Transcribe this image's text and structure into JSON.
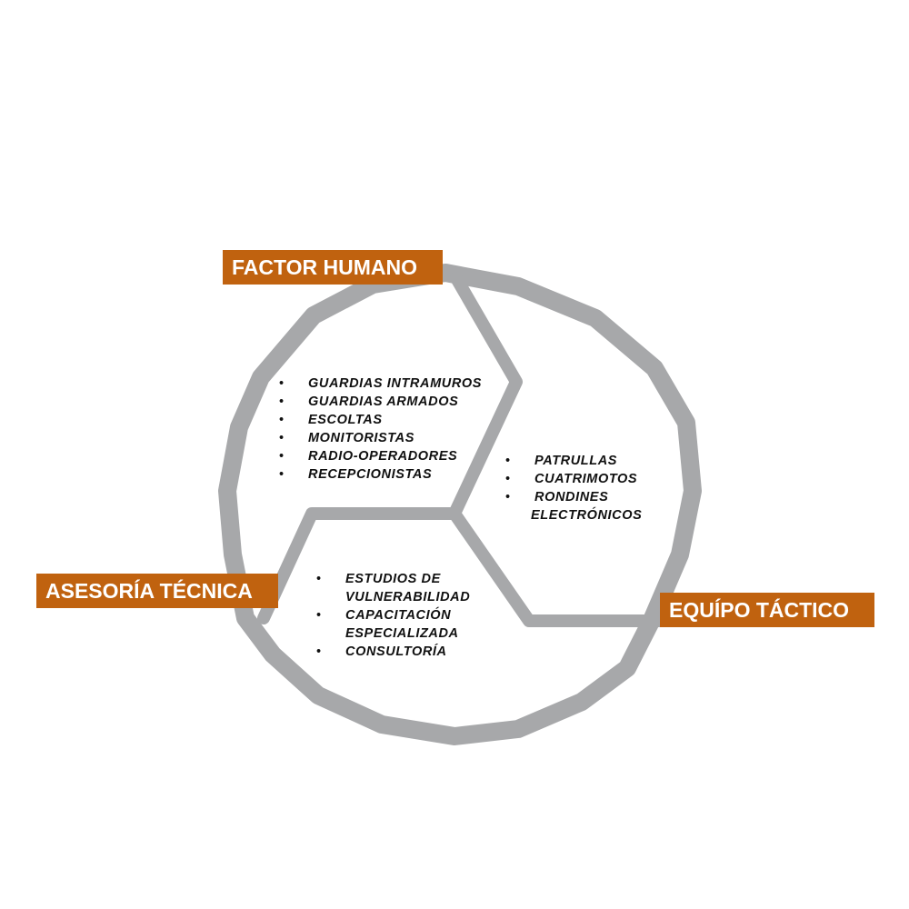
{
  "colors": {
    "ring": "#a7a8aa",
    "label_bg": "#c0620f",
    "label_text": "#ffffff",
    "bullet_text": "#111111"
  },
  "labels": {
    "factor_humano": "FACTOR HUMANO",
    "asesoria_tecnica": "ASESORÍA TÉCNICA",
    "equipo_tactico": "EQUÍPO TÁCTICO"
  },
  "lists": {
    "factor_humano": [
      {
        "bullet": "•",
        "text": "GUARDIAS INTRAMUROS"
      },
      {
        "bullet": "•",
        "text": "GUARDIAS ARMADOS"
      },
      {
        "bullet": "•",
        "text": "ESCOLTAS"
      },
      {
        "bullet": "•",
        "text": "MONITORISTAS"
      },
      {
        "bullet": "•",
        "text": "RADIO-OPERADORES"
      },
      {
        "bullet": "•",
        "text": "RECEPCIONISTAS"
      }
    ],
    "equipo_tactico": [
      {
        "bullet": "•",
        "text": "PATRULLAS"
      },
      {
        "bullet": "•",
        "text": "CUATRIMOTOS"
      },
      {
        "bullet": "•",
        "text": "RONDINES",
        "text2": "ELECTRÓNICOS"
      }
    ],
    "asesoria_tecnica": [
      {
        "bullet": "•",
        "text": "ESTUDIOS DE",
        "text2": "VULNERABILIDAD"
      },
      {
        "bullet": "•",
        "text": "CAPACITACIÓN",
        "text2": "ESPECIALIZADA"
      },
      {
        "bullet": "•",
        "text": "CONSULTORÍA"
      }
    ]
  }
}
